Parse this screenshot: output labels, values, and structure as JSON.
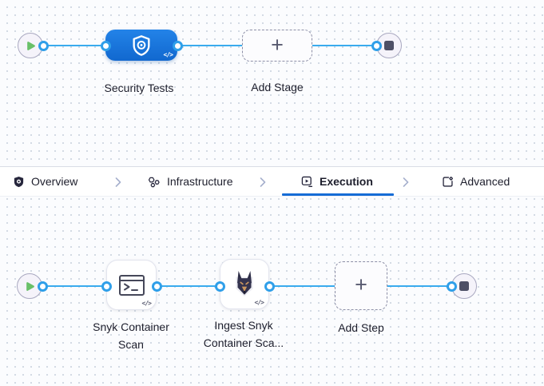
{
  "colors": {
    "node_blue": "#1a78dc",
    "edge_blue": "#3aabee",
    "active_tab_underline": "#156cd6",
    "play_green": "#69c069",
    "canvas_dot": "#c9d2de",
    "label_text": "#1d1e2c"
  },
  "stage_canvas": {
    "stage": {
      "label": "Security Tests",
      "code_badge": "</>"
    },
    "add_stage": {
      "label": "Add Stage",
      "plus": "+"
    }
  },
  "tab_bar": {
    "tabs": [
      {
        "label": "Overview",
        "icon": "shield-icon",
        "active": false
      },
      {
        "label": "Infrastructure",
        "icon": "hexagons-icon",
        "active": false
      },
      {
        "label": "Execution",
        "icon": "play-box-icon",
        "active": true
      },
      {
        "label": "Advanced",
        "icon": "document-gear-icon",
        "active": false
      }
    ]
  },
  "execution_canvas": {
    "steps": [
      {
        "label": "Snyk Container Scan",
        "icon": "terminal-icon",
        "code_badge": "</>"
      },
      {
        "label": "Ingest Snyk Container Sca...",
        "icon": "snyk-dog-icon",
        "code_badge": "</>"
      }
    ],
    "add_step": {
      "label": "Add Step",
      "plus": "+"
    }
  }
}
